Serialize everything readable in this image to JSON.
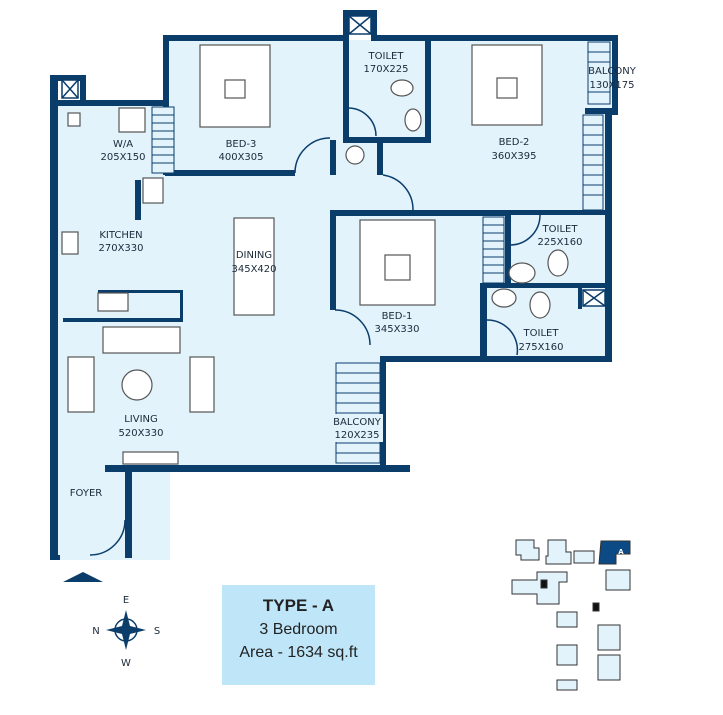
{
  "rooms": {
    "wa": {
      "name": "W/A",
      "size": "205X150"
    },
    "bed3": {
      "name": "BED-3",
      "size": "400X305"
    },
    "toilet1": {
      "name": "TOILET",
      "size": "170X225"
    },
    "bed2": {
      "name": "BED-2",
      "size": "360X395"
    },
    "balcony1": {
      "name": "BALCONY",
      "size": "130X175"
    },
    "kitchen": {
      "name": "KITCHEN",
      "size": "270X330"
    },
    "dining": {
      "name": "DINING",
      "size": "345X420"
    },
    "toilet2": {
      "name": "TOILET",
      "size": "225X160"
    },
    "bed1": {
      "name": "BED-1",
      "size": "345X330"
    },
    "toilet3": {
      "name": "TOILET",
      "size": "275X160"
    },
    "living": {
      "name": "LIVING",
      "size": "520X330"
    },
    "balcony2": {
      "name": "BALCONY",
      "size": "120X235"
    },
    "foyer": {
      "name": "FOYER"
    }
  },
  "compass": {
    "n": "N",
    "e": "E",
    "s": "S",
    "w": "W"
  },
  "info": {
    "type": "TYPE - A",
    "bedrooms": "3 Bedroom",
    "area": "Area - 1634 sq.ft"
  },
  "keyplan": {
    "highlight": "A"
  },
  "colors": {
    "wall": "#0b3d6b",
    "floor": "#e2f3fc",
    "box": "#bfe6f8"
  }
}
